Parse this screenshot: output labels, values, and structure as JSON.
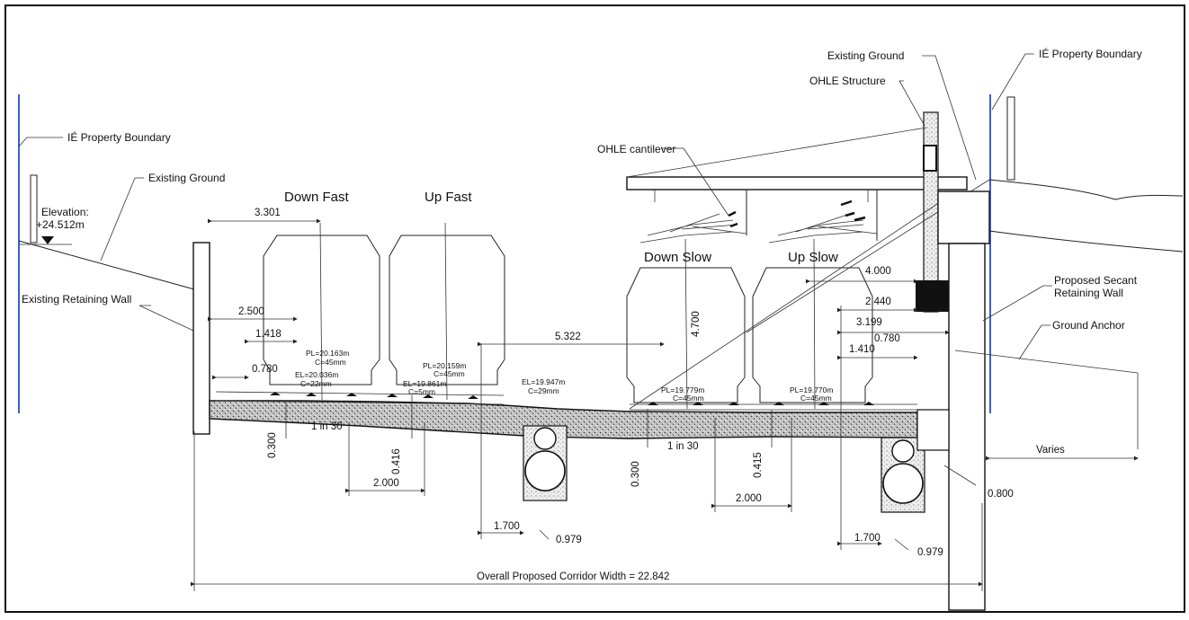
{
  "labels": {
    "property_boundary_left": "IÉ Property Boundary",
    "property_boundary_right": "IÉ Property Boundary",
    "existing_ground_left": "Existing Ground",
    "existing_ground_right": "Existing Ground",
    "ohle_structure": "OHLE Structure",
    "ohle_cantilever": "OHLE cantilever",
    "elevation_label": "Elevation:",
    "elevation_value": "+24.512m",
    "existing_retaining_wall": "Existing Retaining Wall",
    "proposed_secant_1": "Proposed Secant",
    "proposed_secant_2": "Retaining Wall",
    "ground_anchor": "Ground Anchor",
    "varies": "Varies",
    "overall_width": "Overall Proposed Corridor Width = 22.842"
  },
  "tracks": {
    "down_fast": "Down Fast",
    "up_fast": "Up Fast",
    "down_slow": "Down Slow",
    "up_slow": "Up Slow"
  },
  "levels": {
    "df_pl": "PL=20.163m",
    "df_c": "C=45mm",
    "df_el": "EL=20.036m",
    "df_c2": "C=22mm",
    "uf_pl": "PL=20.159m",
    "uf_c": "C=45mm",
    "uf_el": "EL=19.861m",
    "uf_c2": "C=5mm",
    "mid_el": "EL=19.947m",
    "mid_c": "C=29mm",
    "ds_pl": "PL=19.779m",
    "ds_c": "C=45mm",
    "us_pl": "PL=19.770m",
    "us_c": "C=45mm"
  },
  "gradients": {
    "left": "1 in 30",
    "right": "1 in 30"
  },
  "dimensions": {
    "d3301": "3.301",
    "d2500": "2.500",
    "d1418": "1.418",
    "d0780a": "0.780",
    "d0300a": "0.300",
    "d0416": "0.416",
    "d2000a": "2.000",
    "d5322": "5.322",
    "d4700": "4.700",
    "d1700a": "1.700",
    "d0979a": "0.979",
    "d0300b": "0.300",
    "d0415": "0.415",
    "d2000b": "2.000",
    "d4000": "4.000",
    "d2440": "2.440",
    "d3199": "3.199",
    "d0780b": "0.780",
    "d1410": "1.410",
    "d1700b": "1.700",
    "d0979b": "0.979",
    "d0800": "0.800"
  }
}
